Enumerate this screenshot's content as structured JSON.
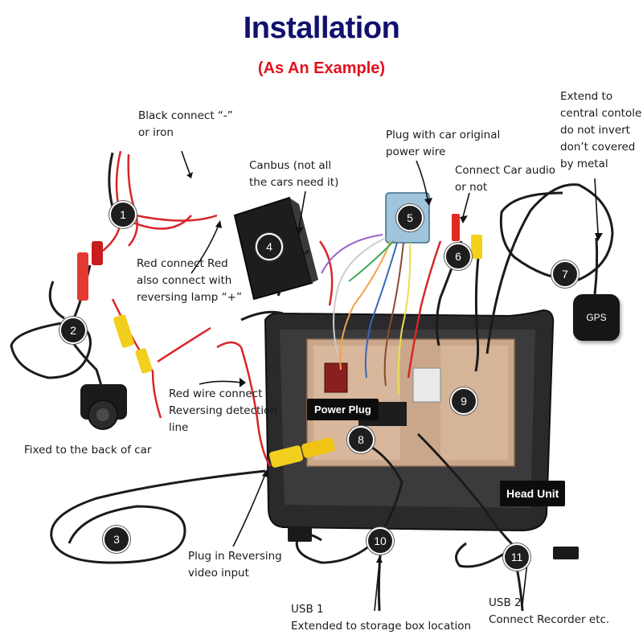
{
  "header": {
    "title": "Installation",
    "subtitle": "(As An Example)"
  },
  "colors": {
    "title": "#10106e",
    "subtitle": "#e3101a",
    "badge": "#1e1e1e",
    "wire_red": "#d8262a",
    "wire_black": "#1b1b1b",
    "rca_yellow": "#f2cf1d"
  },
  "markers": [
    {
      "number": "1"
    },
    {
      "number": "2"
    },
    {
      "number": "3"
    },
    {
      "number": "4"
    },
    {
      "number": "5"
    },
    {
      "number": "6"
    },
    {
      "number": "7"
    },
    {
      "number": "8"
    },
    {
      "number": "9"
    },
    {
      "number": "10"
    },
    {
      "number": "11"
    }
  ],
  "labels": {
    "black_connect": [
      "Black connect “-”",
      "or iron"
    ],
    "canbus": [
      "Canbus (not all",
      "the cars need it)"
    ],
    "plug_original": [
      "Plug with car original",
      "power wire"
    ],
    "connect_audio": [
      "Connect Car audio",
      "or not"
    ],
    "extend_gps": [
      "Extend to",
      "central contole",
      "do not invert",
      "don’t covered",
      "by metal"
    ],
    "red_connect": [
      "Red connect Red",
      "also connect with",
      "reversing lamp “+”"
    ],
    "red_wire": [
      "Red wire connect",
      "Reversing detection",
      "line"
    ],
    "fixed_back": [
      "Fixed to the back of car"
    ],
    "plug_reversing": [
      "Plug in Reversing",
      "video input"
    ],
    "usb1": [
      "USB 1",
      "Extended to storage box location"
    ],
    "usb2": [
      "USB 2",
      "Connect Recorder etc."
    ]
  },
  "tags": {
    "power_plug": "Power Plug",
    "head_unit": "Head Unit",
    "gps": "GPS"
  }
}
